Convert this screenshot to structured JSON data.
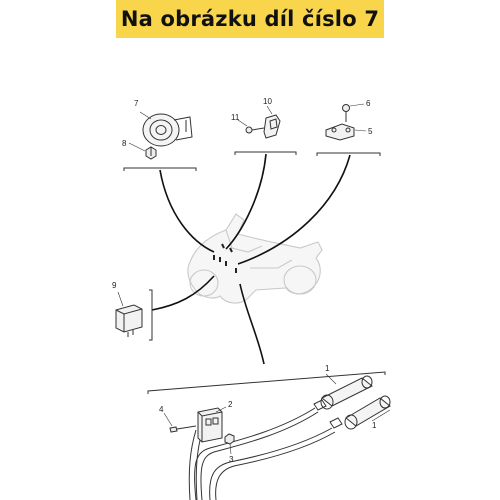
{
  "banner": {
    "title": "Na obrázku díl číslo 7",
    "background": "#f8d54a"
  },
  "callouts": {
    "n1a": "1",
    "n1b": "1",
    "n2": "2",
    "n3": "3",
    "n4": "4",
    "n5": "5",
    "n6": "6",
    "n7": "7",
    "n8": "8",
    "n9": "9",
    "n10": "10",
    "n11": "11"
  },
  "parts": [
    {
      "ref": "7",
      "icon": "horn-icon"
    },
    {
      "ref": "8",
      "icon": "nut-icon"
    },
    {
      "ref": "10",
      "icon": "horn-bracket-icon"
    },
    {
      "ref": "11",
      "icon": "bolt-icon"
    },
    {
      "ref": "5",
      "icon": "bracket-icon"
    },
    {
      "ref": "6",
      "icon": "bolt-icon"
    },
    {
      "ref": "9",
      "icon": "relay-icon"
    },
    {
      "ref": "1",
      "icon": "handlebar-switch-icon"
    },
    {
      "ref": "2",
      "icon": "connector-icon"
    },
    {
      "ref": "3",
      "icon": "nut-icon"
    },
    {
      "ref": "4",
      "icon": "screw-icon"
    }
  ]
}
